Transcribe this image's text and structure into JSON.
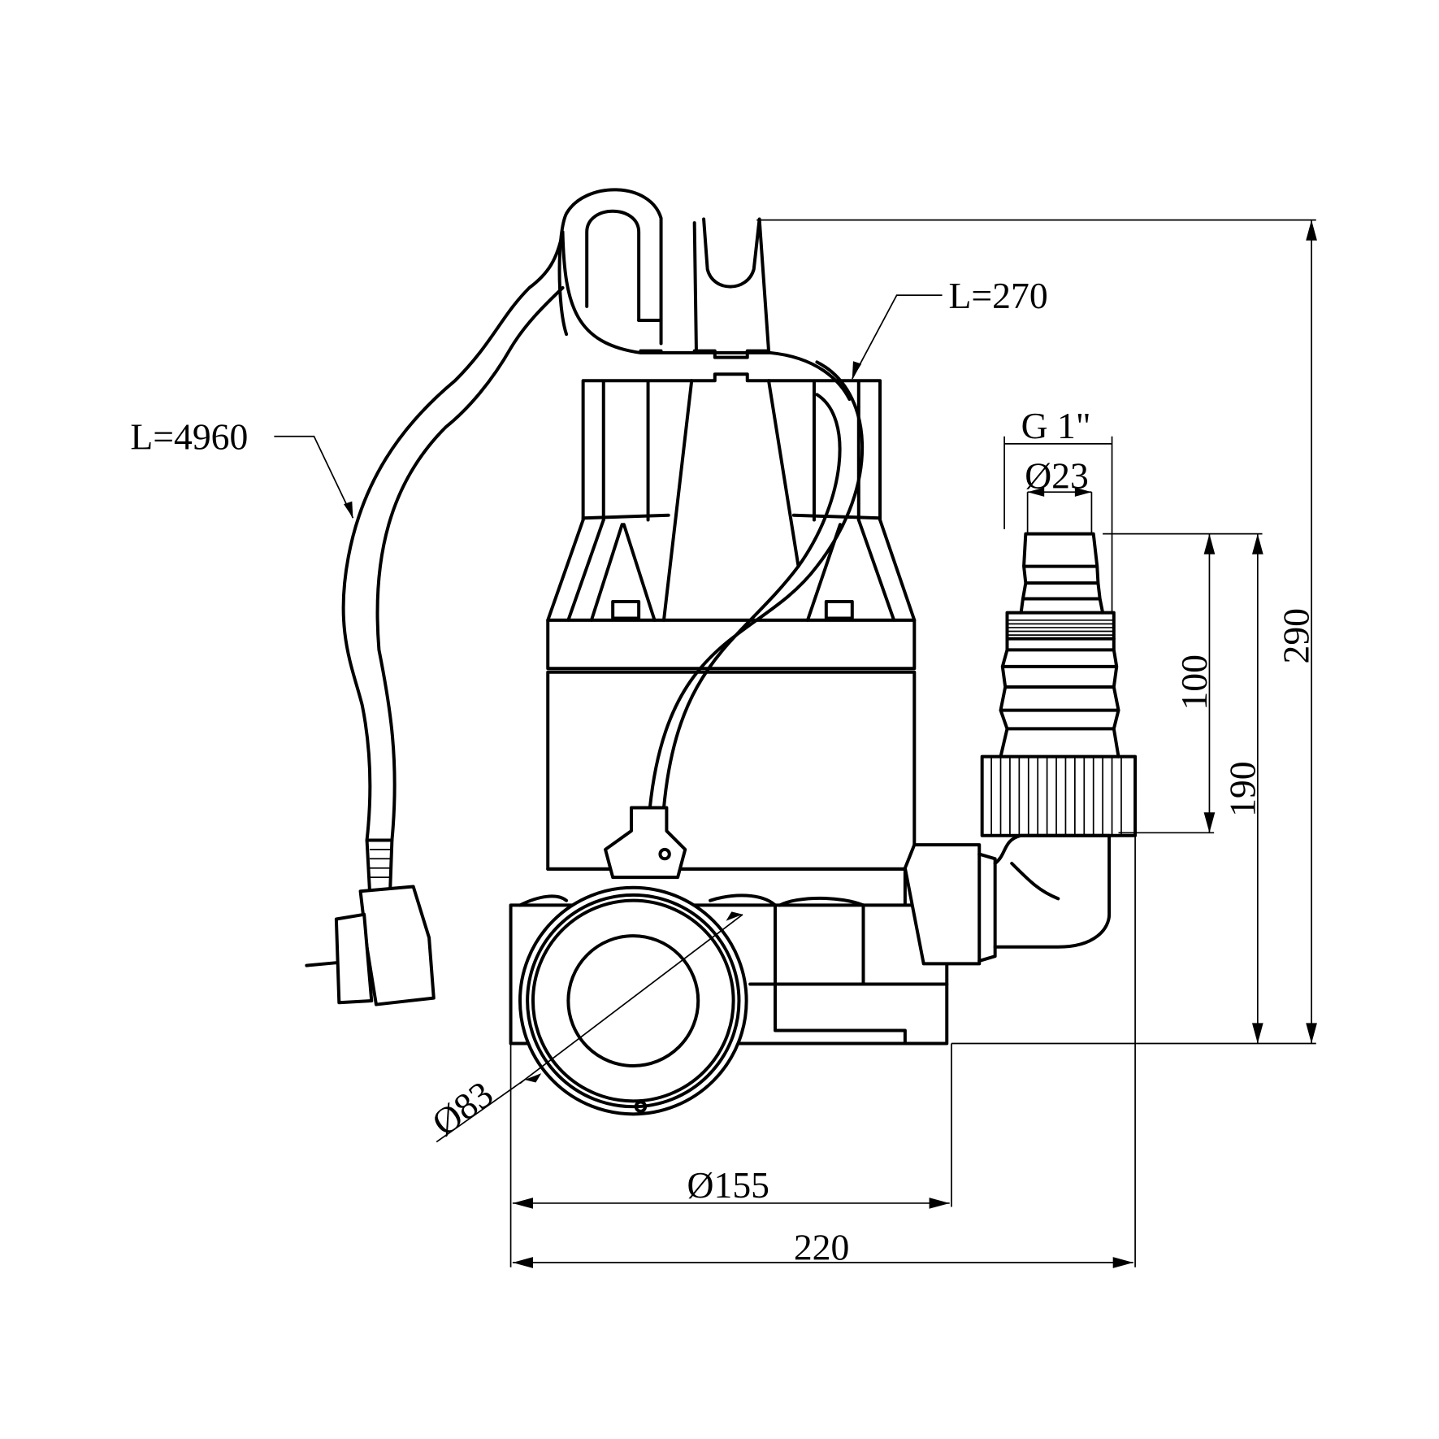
{
  "drawing": {
    "subject": "submersible-pump",
    "labels": {
      "cable_length": "L=4960",
      "float_cable_length": "L=270",
      "thread": "G 1\"",
      "hose_diameter": "Ø23",
      "outlet_height": "100",
      "inlet_height": "190",
      "total_height": "290",
      "inlet_diameter": "Ø83",
      "body_diameter": "Ø155",
      "total_width": "220"
    },
    "colors": {
      "line": "#000000",
      "background": "#ffffff"
    }
  }
}
